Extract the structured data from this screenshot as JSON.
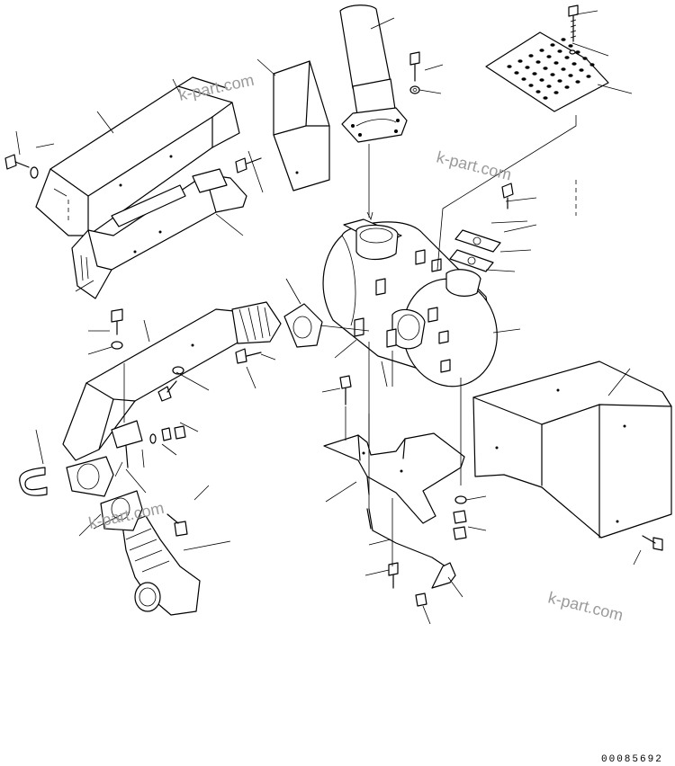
{
  "watermarks": [
    "k-part.com",
    "k-part.com",
    "k-part.com",
    "k-part.com"
  ],
  "drawing_number": "00085692",
  "colors": {
    "line": "#000000",
    "background": "#ffffff",
    "watermark": "#9a9a9a"
  }
}
